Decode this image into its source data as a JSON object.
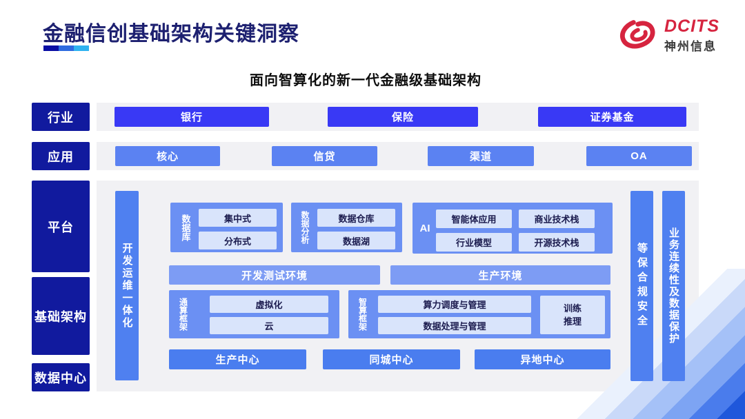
{
  "colors": {
    "title_navy": "#1D2070",
    "layer_label_blue": "#111A9E",
    "industry_button_blue": "#3939F5",
    "application_button_blue": "#5B82F2",
    "vertical_bar_blue": "#4F80F0",
    "group_container_blue": "#6B90F3",
    "inner_box_light_blue": "#D9E4FB",
    "environment_bar_blue": "#7D9CF4",
    "center_button_blue": "#4A7DEF",
    "logo_red": "#D6243F",
    "panel_gray": "#F1F1F4"
  },
  "header": {
    "title": "金融信创基础架构关键洞察",
    "logo_brand": "DCITS",
    "logo_company": "神州信息"
  },
  "subtitle": "面向智算化的新一代金融级基础架构",
  "layers": {
    "industry": {
      "label": "行业",
      "items": [
        "银行",
        "保险",
        "证券基金"
      ]
    },
    "application": {
      "label": "应用",
      "items": [
        "核心",
        "信贷",
        "渠道",
        "OA"
      ]
    },
    "platform_label": "平台",
    "infrastructure_label": "基础架构",
    "datacenter_label": "数据中心"
  },
  "panel": {
    "devops_bar": "开发运维一体化",
    "database": {
      "label": "数据库",
      "items": [
        "集中式",
        "分布式"
      ]
    },
    "analytics": {
      "label": "数据分析",
      "items": [
        "数据仓库",
        "数据湖"
      ]
    },
    "ai": {
      "label": "AI",
      "items": [
        "智能体应用",
        "商业技术栈",
        "行业模型",
        "开源技术栈"
      ]
    },
    "environments": [
      "开发测试环境",
      "生产环境"
    ],
    "general_framework": {
      "label": "通算框架",
      "items": [
        "虚拟化",
        "云"
      ]
    },
    "ai_framework": {
      "label": "智算框架",
      "items": [
        "算力调度与管理",
        "数据处理与管理"
      ],
      "side_box": "训练推理"
    },
    "centers": [
      "生产中心",
      "同城中心",
      "异地中心"
    ],
    "security_bar": "等保合规安全",
    "continuity_bar": "业务连续性及数据保护"
  }
}
